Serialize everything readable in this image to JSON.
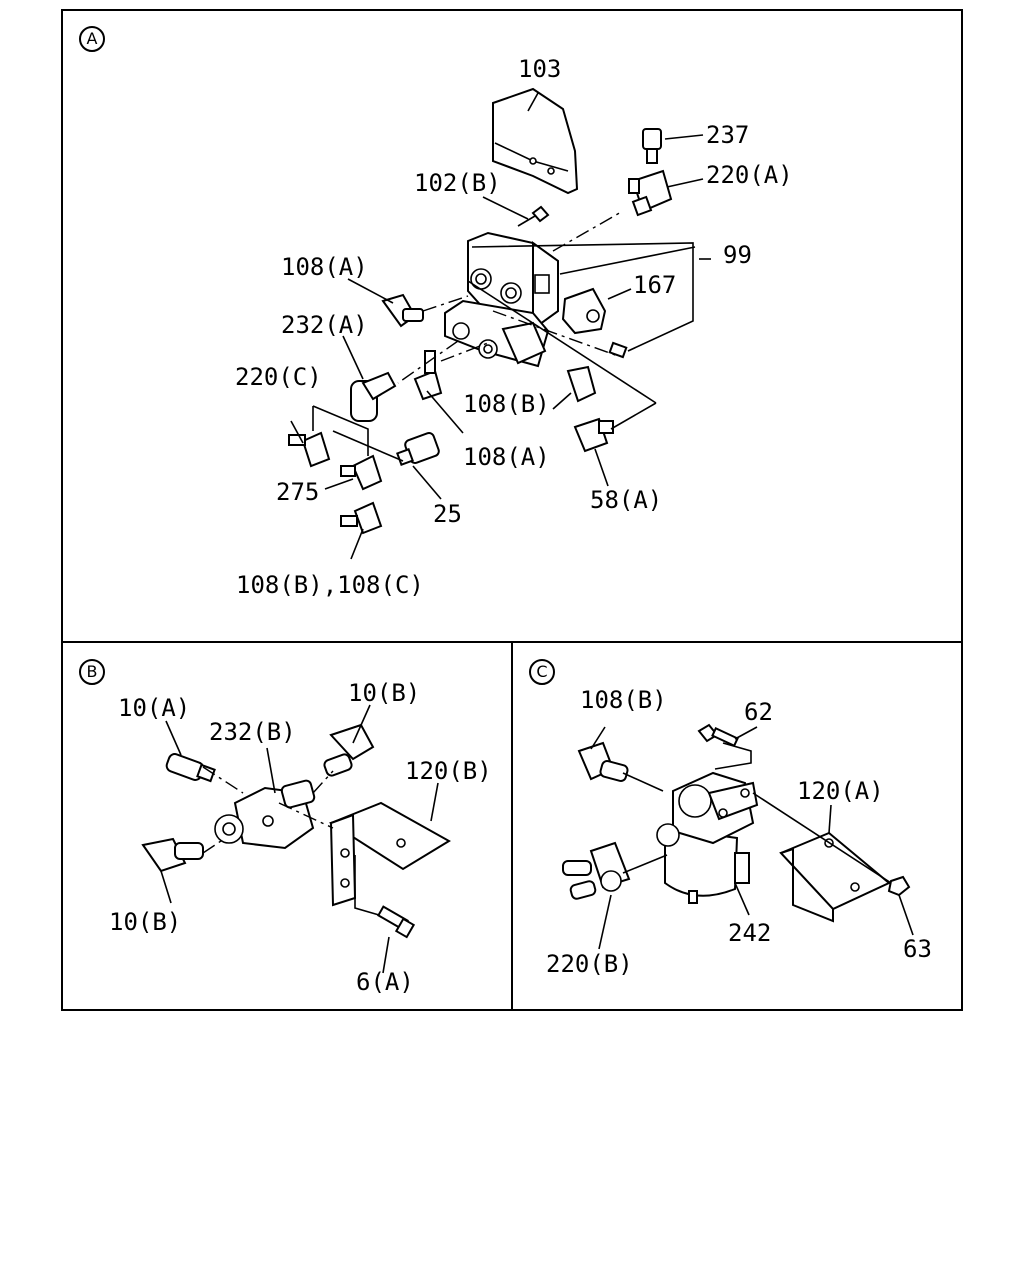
{
  "panels": {
    "a": {
      "marker": "A",
      "labels": {
        "l103": "103",
        "l237": "237",
        "l220a": "220(A)",
        "l102b": "102(B)",
        "l99": "99",
        "l167": "167",
        "l108a_top": "108(A)",
        "l232a": "232(A)",
        "l220c": "220(C)",
        "l108b_mid": "108(B)",
        "l108a_mid": "108(A)",
        "l275": "275",
        "l25": "25",
        "l58a": "58(A)",
        "l108bc": "108(B),108(C)"
      }
    },
    "b": {
      "marker": "B",
      "labels": {
        "l10a": "10(A)",
        "l10b_top": "10(B)",
        "l232b": "232(B)",
        "l120b": "120(B)",
        "l10b_bot": "10(B)",
        "l6a": "6(A)"
      }
    },
    "c": {
      "marker": "C",
      "labels": {
        "l108b": "108(B)",
        "l62": "62",
        "l120a": "120(A)",
        "l242": "242",
        "l220b": "220(B)",
        "l63": "63"
      }
    }
  }
}
